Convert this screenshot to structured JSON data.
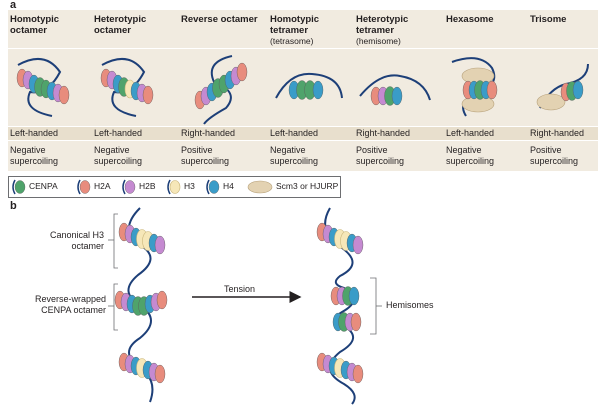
{
  "panel_a_label": "a",
  "panel_b_label": "b",
  "columns": [
    {
      "title": "Homotypic octamer",
      "subtitle": "",
      "handedness": "Left-handed",
      "supercoiling": "Negative supercoiling"
    },
    {
      "title": "Heterotypic octamer",
      "subtitle": "",
      "handedness": "Left-handed",
      "supercoiling": "Negative supercoiling"
    },
    {
      "title": "Reverse octamer",
      "subtitle": "",
      "handedness": "Right-handed",
      "supercoiling": "Positive supercoiling"
    },
    {
      "title": "Homotypic tetramer",
      "subtitle": "(tetrasome)",
      "handedness": "Left-handed",
      "supercoiling": "Negative supercoiling"
    },
    {
      "title": "Heterotypic tetramer",
      "subtitle": "(hemisome)",
      "handedness": "Right-handed",
      "supercoiling": "Positive supercoiling"
    },
    {
      "title": "Hexasome",
      "subtitle": "",
      "handedness": "Left-handed",
      "supercoiling": "Negative supercoiling"
    },
    {
      "title": "Trisome",
      "subtitle": "",
      "handedness": "Right-handed",
      "supercoiling": "Positive supercoiling"
    }
  ],
  "legend": [
    {
      "label": "CENPA",
      "color": "#4fa36b"
    },
    {
      "label": "H2A",
      "color": "#e88c7d"
    },
    {
      "label": "H2B",
      "color": "#c58ad1"
    },
    {
      "label": "H3",
      "color": "#f6e7b8"
    },
    {
      "label": "H4",
      "color": "#3a9cc8"
    },
    {
      "label": "Scm3 or HJURP",
      "color": "#e3d2b2"
    }
  ],
  "panel_b": {
    "canonical_label": "Canonical H3 octamer",
    "reverse_label": "Reverse-wrapped CENPA octamer",
    "tension_label": "Tension",
    "hemisomes_label": "Hemisomes"
  },
  "colors": {
    "dna": "#1d3f78",
    "h2a": "#e88c7d",
    "h2b": "#c58ad1",
    "h3": "#f6e7b8",
    "h4": "#3a9cc8",
    "cenpa": "#4fa36b",
    "chaperone": "#e3d2b2"
  }
}
